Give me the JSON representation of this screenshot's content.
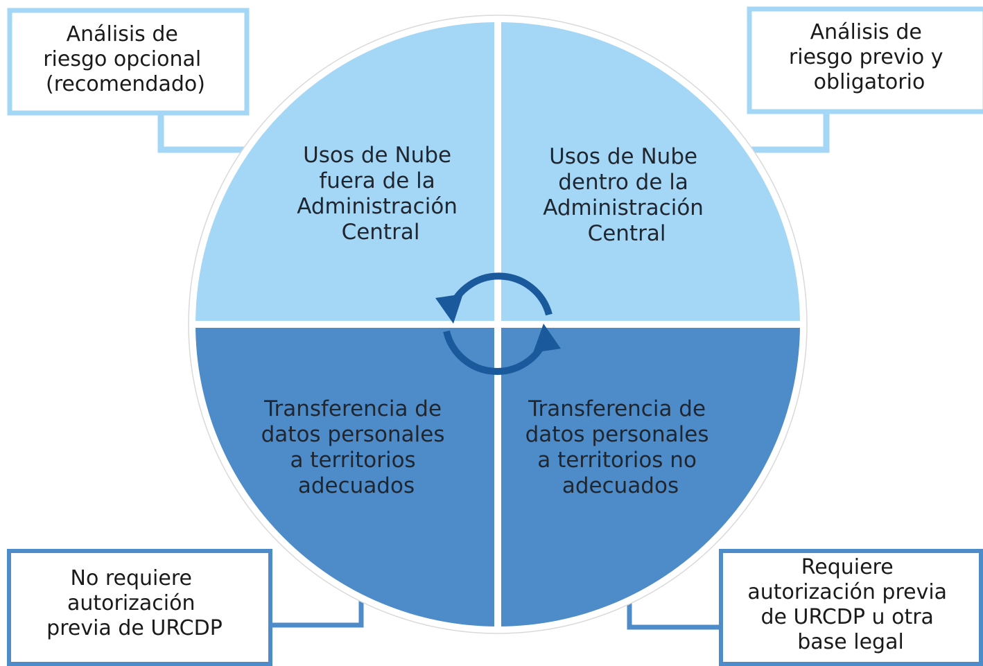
{
  "colors": {
    "quadrant_top": "#a4d7f5",
    "quadrant_bottom": "#4d8cc8",
    "callout_top_border": "#a4d7f5",
    "callout_bottom_border": "#4d8cc8",
    "cycle_arrows": "#1a5a9c",
    "background": "#ffffff"
  },
  "quadrants": {
    "top_left": {
      "lines": [
        "Usos de Nube",
        "fuera de la",
        "Administración",
        "Central"
      ]
    },
    "top_right": {
      "lines": [
        "Usos de Nube",
        "dentro de la",
        "Administración",
        "Central"
      ]
    },
    "bottom_left": {
      "lines": [
        "Transferencia de",
        "datos personales",
        "a territorios",
        "adecuados"
      ]
    },
    "bottom_right": {
      "lines": [
        "Transferencia de",
        "datos personales",
        "a territorios no",
        "adecuados"
      ]
    }
  },
  "callouts": {
    "top_left": {
      "lines": [
        "Análisis de",
        "riesgo opcional",
        "(recomendado)"
      ]
    },
    "top_right": {
      "lines": [
        "Análisis de",
        "riesgo previo y",
        "obligatorio"
      ]
    },
    "bottom_left": {
      "lines": [
        "No requiere",
        "autorización",
        "previa de URCDP"
      ]
    },
    "bottom_right": {
      "lines": [
        "Requiere",
        "autorización previa",
        "de URCDP u otra",
        "base legal"
      ]
    }
  },
  "center_icon": "cycle-arrows-icon"
}
